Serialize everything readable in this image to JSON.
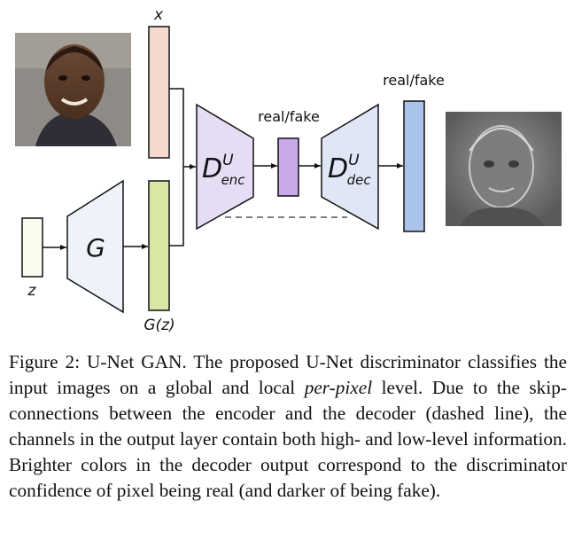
{
  "figure": {
    "labels": {
      "x": "x",
      "z": "z",
      "generator": "G",
      "generated": "G(z)",
      "d_main": "D",
      "enc_sup": "U",
      "enc_sub": "enc",
      "dec_sup": "U",
      "dec_sub": "dec",
      "real_fake_encoder": "real/fake",
      "real_fake_decoder": "real/fake"
    },
    "colors": {
      "real_image_bar": "#f4d9cc",
      "noise_bar": "#fbfcf0",
      "generated_bar": "#d8e8a4",
      "generator": "#eef3fa",
      "encoder": "#e6dcf4",
      "encoder_output": "#c6a9e6",
      "decoder": "#dfe6f6",
      "decoder_output": "#a9c3eb"
    },
    "images": {
      "input_photo": "face-photo",
      "decoder_map": "grayscale-per-pixel-decision-map"
    }
  },
  "caption": {
    "lead": "Figure 2: U-Net GAN. The proposed U-Net discriminator classifies the input images on a global and local ",
    "emphasis": "per-pixel",
    "rest": " level. Due to the skip-connections between the encoder and the decoder (dashed line), the channels in the output layer contain both high- and low-level information. Brighter colors in the decoder output correspond to the discriminator confidence of pixel being real (and darker of being fake)."
  }
}
